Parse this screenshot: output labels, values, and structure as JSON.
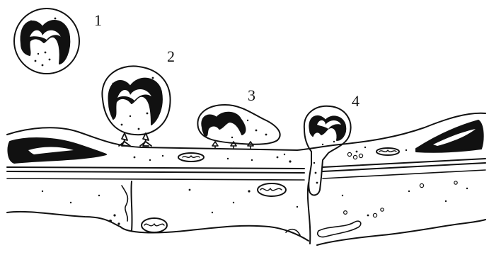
{
  "diagram": {
    "labels": [
      "1",
      "2",
      "3",
      "4"
    ]
  },
  "colors": {
    "ink": "#111111",
    "paper": "#ffffff"
  }
}
